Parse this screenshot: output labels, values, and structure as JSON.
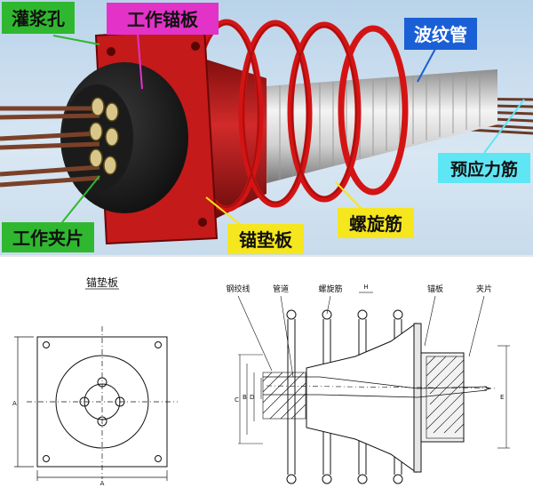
{
  "photo": {
    "callouts": {
      "grout_hole": "灌浆孔",
      "working_anchor": "工作锚板",
      "corrugated_duct": "波纹管",
      "prestress_tendon": "预应力筋",
      "spiral_rebar": "螺旋筋",
      "bearing_plate": "锚垫板",
      "working_clip": "工作夹片"
    }
  },
  "drawing": {
    "plate_title": "锚垫板",
    "labels": {
      "strand": "钢绞线",
      "duct": "管道",
      "spiral": "螺旋筋",
      "anchor_plate": "锚板",
      "clip": "夹片",
      "dim_A_bottom": "A",
      "dim_A_left": "A",
      "dim_B": "B",
      "dim_C": "C",
      "dim_D": "D",
      "dim_E": "E",
      "dim_H": "H"
    }
  },
  "colors": {
    "red_part": "#c41a1a",
    "dark_red": "#7a0a0a",
    "label_green": "#2fb82f",
    "label_magenta": "#e232c8",
    "label_blue": "#1a5fd6",
    "label_cyan": "#5ee6f5",
    "label_yellow": "#f5e61e"
  }
}
